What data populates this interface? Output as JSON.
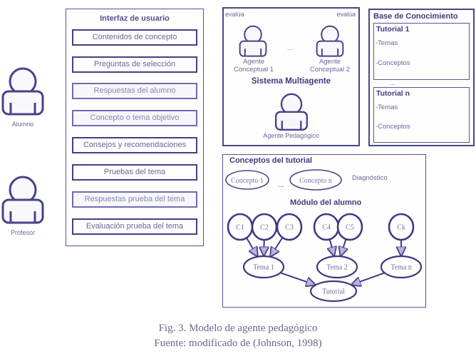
{
  "actors": {
    "student": {
      "label": "Alumno",
      "icon": "person-icon"
    },
    "teacher": {
      "label": "Profesor",
      "icon": "person-icon"
    }
  },
  "user_interface": {
    "title": "Interfaz de usuario",
    "items": [
      "Contenidos de concepto",
      "Preguntas de selección",
      "Respuestas del alumno",
      "Concepto o tema objetivo",
      "Consejos y recomendaciones",
      "Pruebas del tema",
      "Respuestas prueba del tema",
      "Evaluación prueba del tema"
    ]
  },
  "multiagent_system": {
    "title": "Sistema Multiagente",
    "evaluates_left": "evalúa",
    "evaluates_right": "evalúa",
    "ellipsis": "...",
    "agents": [
      {
        "line1": "Agente",
        "line2": "Conceptual 1"
      },
      {
        "line1": "Agente",
        "line2": "Conceptual 2"
      }
    ],
    "pedagogical_agent": "Agente Pedagógico"
  },
  "knowledge_base": {
    "title": "Base de Conocimiento",
    "ellipsis": "...",
    "tutorials": [
      {
        "title": "Tutorial 1",
        "topics": "-Temas",
        "concepts": "-Conceptos"
      },
      {
        "title": "Tutorial n",
        "topics": "-Temas",
        "concepts": "-Conceptos"
      }
    ]
  },
  "tutorial_concepts": {
    "title": "Conceptos del tutorial",
    "concept_first": "Concepto 1",
    "ellipsis": "...",
    "concept_last": "Concepto n",
    "diagnostic": "Diagnóstico",
    "student_module": {
      "title": "Módulo del alumno",
      "concepts": [
        "C1",
        "C2",
        "C3",
        "C4",
        "C5",
        "Ck"
      ],
      "topics": [
        "Tema 1",
        "Tema 2",
        "Tema n"
      ],
      "root": "Tutorial",
      "edges": [
        [
          "C1",
          "Tema 1"
        ],
        [
          "C2",
          "Tema 1"
        ],
        [
          "C3",
          "Tema 1"
        ],
        [
          "C4",
          "Tema 2"
        ],
        [
          "C5",
          "Tema 2"
        ],
        [
          "Ck",
          "Tema n"
        ],
        [
          "Tema 1",
          "Tutorial"
        ],
        [
          "Tema n",
          "Tutorial"
        ]
      ]
    }
  },
  "caption": {
    "line1": "Fig. 3. Modelo de agente pedagógico",
    "line2": "Fuente: modificado de (Johnson, 1998)"
  },
  "colors": {
    "stroke": "#3f3a80",
    "text": "#6a6698",
    "background": "#ffffff"
  }
}
